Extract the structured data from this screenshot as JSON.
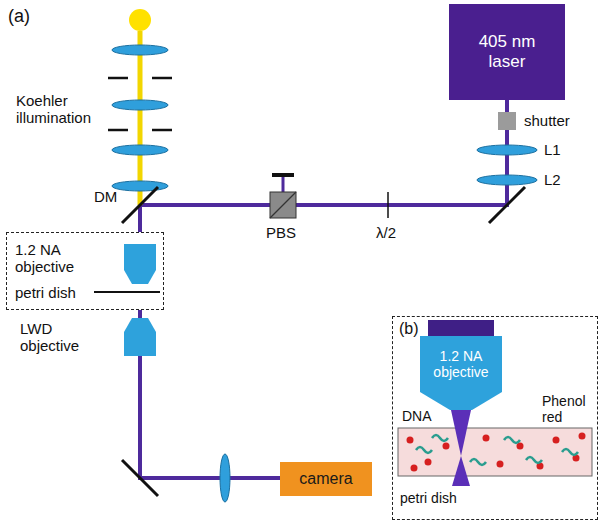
{
  "diagram": {
    "nodes": [
      {
        "text": [
          "405 nm laser"
        ]
      },
      {
        "text": [
          "1.2 NA objective",
          "petri dish"
        ]
      },
      {
        "text": [
          "(b)"
        ]
      },
      {
        "text": [
          "1.2 NA objective"
        ],
        "in": 2
      },
      {
        "text": [
          "camera"
        ]
      }
    ],
    "edges": [
      {
        "from": 0,
        "to": 1,
        "arrow": "none"
      },
      {
        "from": 1,
        "to": 4,
        "arrow": "none"
      }
    ],
    "labels": [
      "(a)",
      "Koehler illumination",
      "shutter",
      "L1",
      "L2",
      "DM",
      "PBS",
      "λ/2",
      "LWD objective",
      "DNA",
      "Phenol red",
      "petri dish"
    ]
  }
}
